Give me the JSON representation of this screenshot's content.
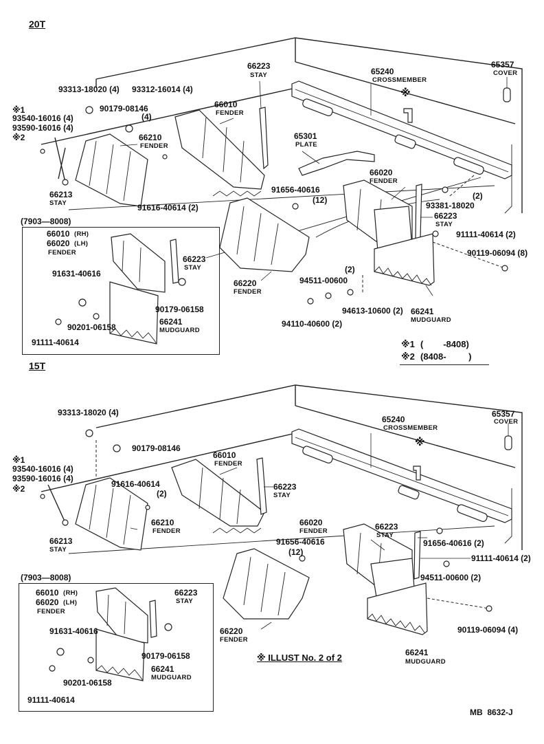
{
  "sections": {
    "top": {
      "title": "20T",
      "inset_range": "(7903—8008)",
      "parts": [
        {
          "pn": "66223",
          "name": "STAY"
        },
        {
          "pn": "65240",
          "name": "CROSSMEMBER"
        },
        {
          "pn": "65357",
          "name": "COVER"
        },
        {
          "pn": "93313-18020 (4)"
        },
        {
          "pn": "93312-16014 (4)"
        },
        {
          "pn": "90179-08146"
        },
        {
          "pn": "(4)"
        },
        {
          "pn": "66010",
          "name": "FENDER"
        },
        {
          "pn": "66210",
          "name": "FENDER"
        },
        {
          "pn": "65301",
          "name": "PLATE"
        },
        {
          "pn": "66213",
          "name": "STAY"
        },
        {
          "pn": "91616-40614 (2)"
        },
        {
          "pn": "91656-40616"
        },
        {
          "pn": "(12)"
        },
        {
          "pn": "66020",
          "name": "FENDER"
        },
        {
          "pn": "(2)"
        },
        {
          "pn": "93381-18020"
        },
        {
          "pn": "91111-40614 (2)"
        },
        {
          "pn": "90119-06094 (8)"
        },
        {
          "pn": "66220",
          "name": "FENDER"
        },
        {
          "pn": "94511-00600"
        },
        {
          "pn": "94613-10600 (2)"
        },
        {
          "pn": "94110-40600 (2)"
        },
        {
          "pn": "66241",
          "name": "MUDGUARD"
        }
      ],
      "note_lines": [
        {
          "mark": "※1",
          "pn": "93540-16016 (4)"
        },
        {
          "mark": "",
          "pn": "93590-16016 (4)"
        },
        {
          "mark": "※2",
          "pn": ""
        }
      ],
      "inset_parts": [
        {
          "pn": "66010",
          "suffix": "(RH)"
        },
        {
          "pn": "66020",
          "suffix": "(LH)"
        },
        {
          "pn": "",
          "name": "FENDER"
        },
        {
          "pn": "66223",
          "name": "STAY"
        },
        {
          "pn": "91631-40616"
        },
        {
          "pn": "90179-06158"
        },
        {
          "pn": "66241",
          "name": "MUDGUARD"
        },
        {
          "pn": "90201-06158"
        },
        {
          "pn": "91111-40614"
        }
      ]
    },
    "bottom": {
      "title": "15T",
      "inset_range": "(7903—8008)",
      "parts": [
        {
          "pn": "93313-18020 (4)"
        },
        {
          "pn": "90179-08146"
        },
        {
          "pn": "65240",
          "name": "CROSSMEMBER"
        },
        {
          "pn": "65357",
          "name": "COVER"
        },
        {
          "pn": "66010",
          "name": "FENDER"
        },
        {
          "pn": "91616-40614"
        },
        {
          "pn": "(2)"
        },
        {
          "pn": "66223",
          "name": "STAY"
        },
        {
          "pn": "66213",
          "name": "STAY"
        },
        {
          "pn": "66210",
          "name": "FENDER"
        },
        {
          "pn": "66020",
          "name": "FENDER"
        },
        {
          "pn": "66223",
          "name": "STAY"
        },
        {
          "pn": "91656-40616 (2)"
        },
        {
          "pn": "91656-40616"
        },
        {
          "pn": "(12)"
        },
        {
          "pn": "91111-40614 (2)"
        },
        {
          "pn": "94511-00600 (2)"
        },
        {
          "pn": "66220",
          "name": "FENDER"
        },
        {
          "pn": "90119-06094 (4)"
        },
        {
          "pn": "66241",
          "name": "MUDGUARD"
        }
      ],
      "note_lines": [
        {
          "mark": "※1",
          "pn": "93540-16016 (4)"
        },
        {
          "mark": "",
          "pn": "93590-16016 (4)"
        },
        {
          "mark": "※2",
          "pn": ""
        }
      ],
      "inset_parts": [
        {
          "pn": "66010",
          "suffix": "(RH)"
        },
        {
          "pn": "66020",
          "suffix": "(LH)"
        },
        {
          "pn": "",
          "name": "FENDER"
        },
        {
          "pn": "66223",
          "name": "STAY"
        },
        {
          "pn": "91631-40616"
        },
        {
          "pn": "90179-06158"
        },
        {
          "pn": "66241",
          "name": "MUDGUARD"
        },
        {
          "pn": "90201-06158"
        },
        {
          "pn": "91111-40614"
        }
      ]
    }
  },
  "legend": {
    "line1": {
      "mark": "※1",
      "text": "(        -8408)"
    },
    "line2": {
      "mark": "※2",
      "text": "(8408-         )"
    }
  },
  "marks": {
    "asterisk": "※"
  },
  "illust_note": "※ ILLUST No. 2 of 2",
  "footer_code": "MB  8632-J"
}
